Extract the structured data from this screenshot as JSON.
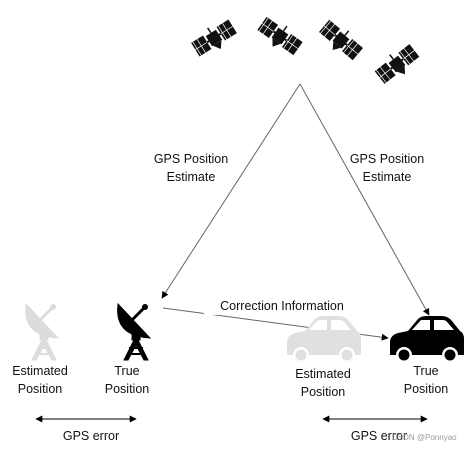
{
  "labels": {
    "left_estimate": [
      "GPS Position",
      "Estimate"
    ],
    "right_estimate": [
      "GPS Position",
      "Estimate"
    ],
    "correction": "Correction Information",
    "station_estimated": [
      "Estimated",
      "Position"
    ],
    "station_true": [
      "True",
      "Position"
    ],
    "car_estimated": [
      "Estimated",
      "Position"
    ],
    "car_true": [
      "True",
      "Position"
    ],
    "gps_error_left": "GPS error",
    "gps_error_right": "GPS error"
  },
  "watermark": "CSDN @Ponnyao",
  "icons": {
    "satellites": [
      "satellite-icon",
      "satellite-icon",
      "satellite-icon",
      "satellite-icon"
    ],
    "station_estimated": "satellite-dish-icon",
    "station_true": "satellite-dish-icon",
    "car_estimated": "car-icon",
    "car_true": "car-icon"
  },
  "colors": {
    "true_object": "#000000",
    "estimated_object": "#d9d9d9",
    "arrow": "#555555"
  }
}
